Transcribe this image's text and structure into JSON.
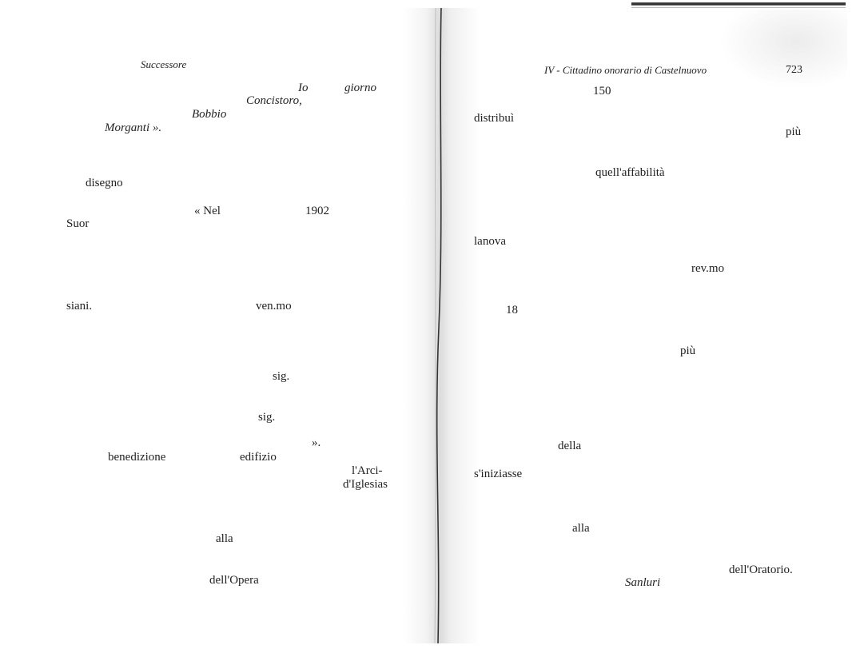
{
  "left_page": {
    "running_head": "Successore",
    "words": [
      {
        "id": "io",
        "text": "Io",
        "italic": true
      },
      {
        "id": "giorno",
        "text": "giorno",
        "italic": true
      },
      {
        "id": "concistoro",
        "text": "Concistoro,",
        "italic": true
      },
      {
        "id": "bobbio",
        "text": "Bobbio",
        "italic": true
      },
      {
        "id": "morganti",
        "text": "Morganti ».",
        "italic": true
      },
      {
        "id": "disegno",
        "text": "disegno",
        "italic": false
      },
      {
        "id": "nel",
        "text": "« Nel",
        "italic": false
      },
      {
        "id": "year1902",
        "text": "1902",
        "italic": false
      },
      {
        "id": "suor",
        "text": "Suor",
        "italic": false
      },
      {
        "id": "siani",
        "text": "siani.",
        "italic": false
      },
      {
        "id": "venmo",
        "text": "ven.mo",
        "italic": false
      },
      {
        "id": "sig1",
        "text": "sig.",
        "italic": false
      },
      {
        "id": "sig2",
        "text": "sig.",
        "italic": false
      },
      {
        "id": "closequote",
        "text": "».",
        "italic": false
      },
      {
        "id": "benedizione",
        "text": "benedizione",
        "italic": false
      },
      {
        "id": "edifizio",
        "text": "edifizio",
        "italic": false
      },
      {
        "id": "arci",
        "text": "l'Arci-",
        "italic": false
      },
      {
        "id": "iglesias",
        "text": "d'Iglesias",
        "italic": false
      },
      {
        "id": "alla",
        "text": "alla",
        "italic": false
      },
      {
        "id": "opera",
        "text": "dell'Opera",
        "italic": false
      }
    ]
  },
  "right_page": {
    "running_head": "IV - Cittadino onorario di Castelnuovo",
    "page_number": "723",
    "words": [
      {
        "id": "n150",
        "text": "150",
        "italic": false
      },
      {
        "id": "distribui",
        "text": "distribuì",
        "italic": false
      },
      {
        "id": "piu1",
        "text": "più",
        "italic": false
      },
      {
        "id": "affabilita",
        "text": "quell'affabilità",
        "italic": false
      },
      {
        "id": "lanova",
        "text": "lanova",
        "italic": false
      },
      {
        "id": "revmo",
        "text": "rev.mo",
        "italic": false
      },
      {
        "id": "n18",
        "text": "18",
        "italic": false
      },
      {
        "id": "piu2",
        "text": "più",
        "italic": false
      },
      {
        "id": "della",
        "text": "della",
        "italic": false
      },
      {
        "id": "iniziasse",
        "text": "s'iniziasse",
        "italic": false
      },
      {
        "id": "alla",
        "text": "alla",
        "italic": false
      },
      {
        "id": "oratorio",
        "text": "dell'Oratorio.",
        "italic": false
      },
      {
        "id": "sanluri",
        "text": "Sanluri",
        "italic": true
      }
    ]
  }
}
